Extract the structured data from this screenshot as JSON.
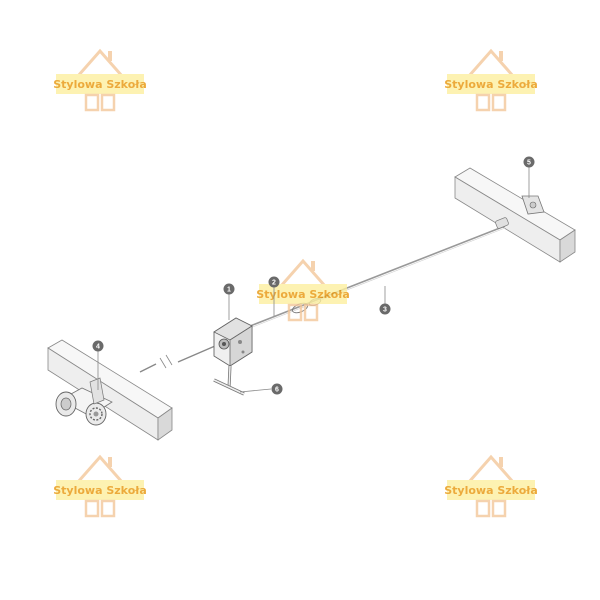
{
  "watermark": {
    "text": "Stylowa Szkoła",
    "band_color": "#fdf0a0",
    "text_color": "#e8960c",
    "roof_color": "#f3c79a"
  },
  "callouts": [
    {
      "id": "1",
      "label": "1"
    },
    {
      "id": "2",
      "label": "2"
    },
    {
      "id": "3",
      "label": "3"
    },
    {
      "id": "4",
      "label": "4"
    },
    {
      "id": "5",
      "label": "5"
    },
    {
      "id": "6",
      "label": "6"
    }
  ],
  "colors": {
    "callout_fill": "#6a6a6a",
    "line": "#777777",
    "beam_fill": "#f1f1f1"
  }
}
